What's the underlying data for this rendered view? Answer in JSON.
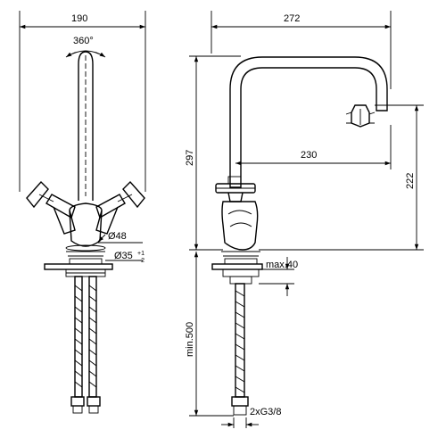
{
  "front_view": {
    "width_label": "190",
    "rotation_label": "360°",
    "diameter_48_label": "Ø48",
    "diameter_35_label": "Ø35",
    "tolerance_plus": "+1",
    "tolerance_minus": "−2"
  },
  "side_view": {
    "reach_total_label": "272",
    "height_total_label": "297",
    "reach_inner_label": "230",
    "spout_height_label": "222",
    "thickness_label": "max.40",
    "hose_length_label": "min.500",
    "connection_label": "2xG3/8"
  }
}
